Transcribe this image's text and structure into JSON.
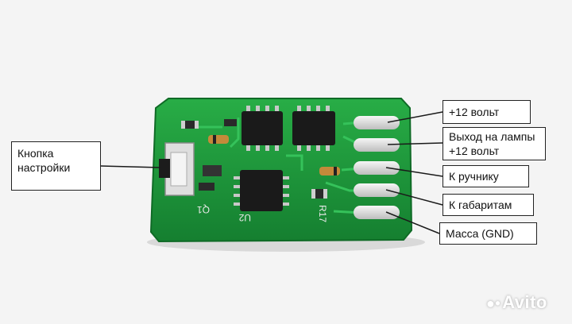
{
  "labels": {
    "button": [
      "Кнопка",
      "настройки"
    ],
    "plus12": "+12 вольт",
    "lamps": [
      "Выход на лампы",
      "+12 вольт"
    ],
    "handbrake": "К ручнику",
    "dimensions": "К габаритам",
    "ground": "Масса (GND)"
  },
  "silkscreen": {
    "q1": "Q1",
    "u2": "U2",
    "r17": "R17"
  },
  "watermark": "Avito",
  "colors": {
    "pcb": "#1f9a3c",
    "pad": "#e6e6e6",
    "ic": "#1a1a1a"
  }
}
